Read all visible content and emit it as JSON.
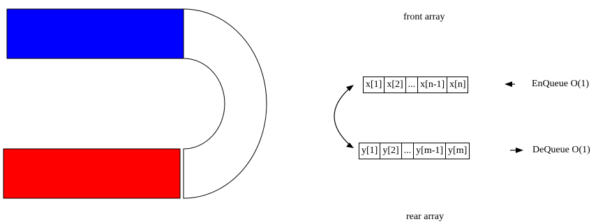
{
  "front_label": "front array",
  "rear_label": "rear array",
  "front_cells": [
    "x[1]",
    "x[2]",
    "...",
    "x[n-1]",
    "x[n]"
  ],
  "rear_cells": [
    "y[1]",
    "y[2]",
    "...",
    "y[m-1]",
    "y[m]"
  ],
  "enqueue_label": "EnQueue O(1)",
  "dequeue_label": "DeQueue O(1)",
  "colors": {
    "front_bar": "#0000ff",
    "rear_bar": "#ff0000",
    "stroke": "#000000"
  }
}
